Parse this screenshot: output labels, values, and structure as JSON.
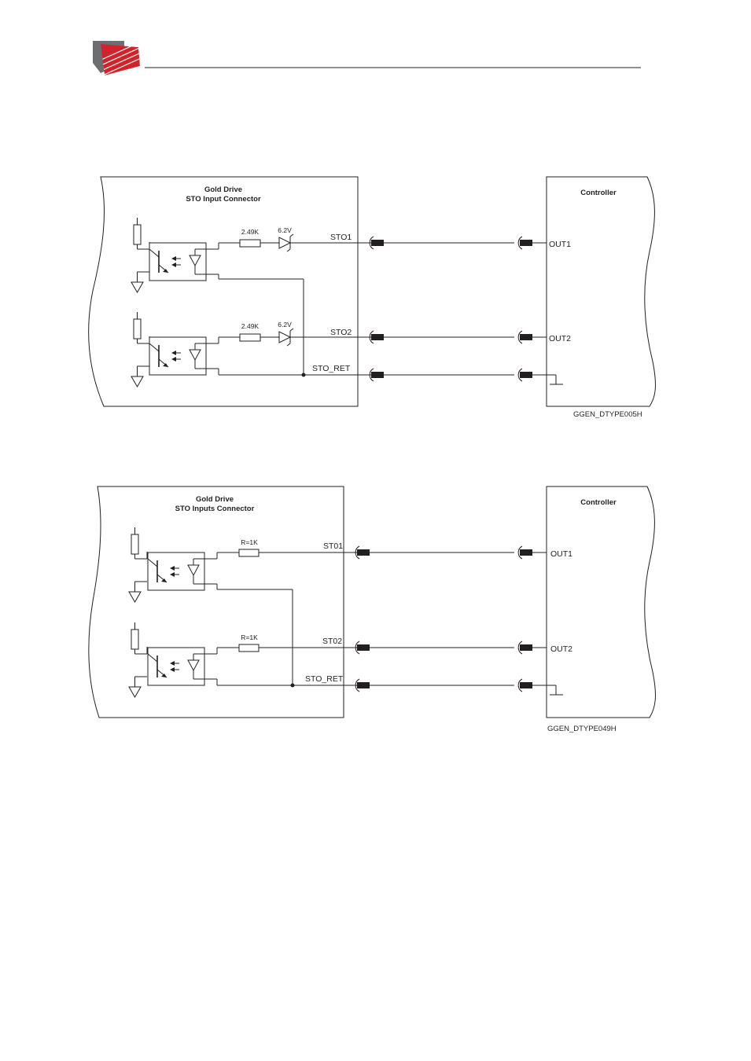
{
  "colors": {
    "logo_red": "#d2232a",
    "logo_gray": "#6d6e71",
    "line": "#231f20"
  },
  "diagrams": [
    {
      "drive_title_line1": "Gold Drive",
      "drive_title_line2": "STO Input Connector",
      "controller_title": "Controller",
      "resistor_1": "2.49K",
      "resistor_2": "2.49K",
      "zener_1": "6.2V",
      "zener_2": "6.2V",
      "signal_1": "STO1",
      "signal_2": "STO2",
      "signal_ret": "STO_RET",
      "output_1": "OUT1",
      "output_2": "OUT2",
      "reference": "GGEN_DTYPE005H"
    },
    {
      "drive_title_line1": "Gold Drive",
      "drive_title_line2": "STO Inputs Connector",
      "controller_title": "Controller",
      "resistor_1": "R=1K",
      "resistor_2": "R=1K",
      "signal_1": "ST01",
      "signal_2": "ST02",
      "signal_ret": "STO_RET",
      "output_1": "OUT1",
      "output_2": "OUT2",
      "reference": "GGEN_DTYPE049H"
    }
  ]
}
